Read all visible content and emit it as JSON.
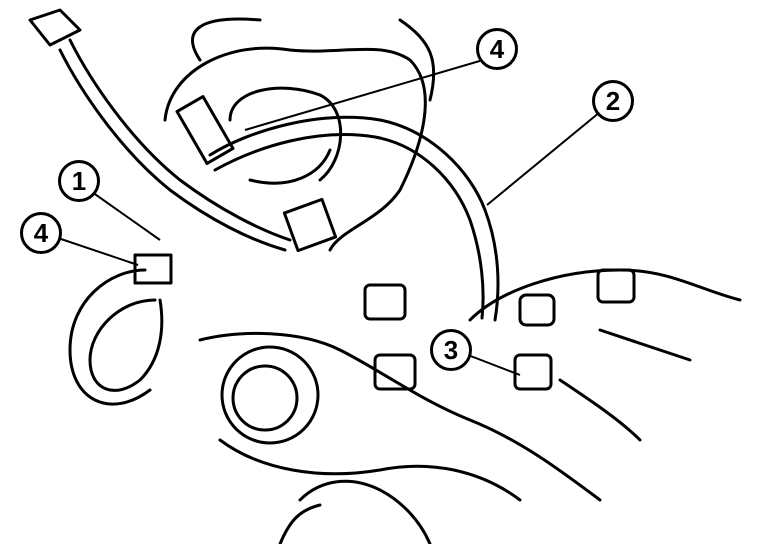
{
  "diagram": {
    "callouts": [
      {
        "id": "4",
        "label": "4"
      },
      {
        "id": "2",
        "label": "2"
      },
      {
        "id": "1",
        "label": "1"
      },
      {
        "id": "4b",
        "label": "4"
      },
      {
        "id": "3",
        "label": "3"
      }
    ]
  }
}
